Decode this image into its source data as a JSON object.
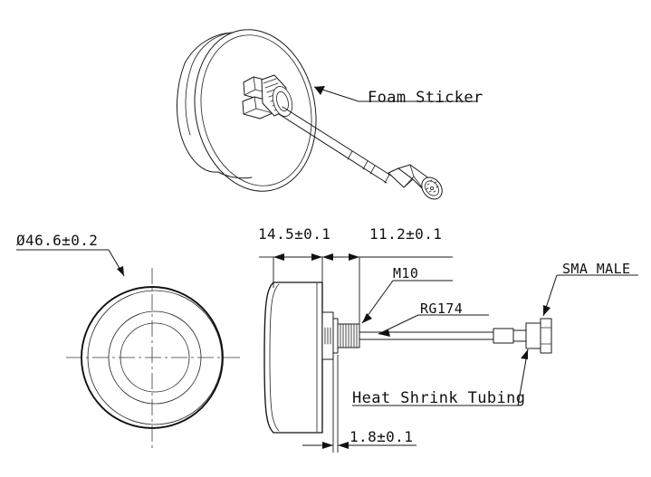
{
  "drawing": {
    "title": "Puck Antenna Mechanical Drawing",
    "line_color": "#1a1a1a",
    "background_color": "#ffffff",
    "views": {
      "isometric": {
        "name": "isometric-assembly-view"
      },
      "front": {
        "name": "front-view-circular"
      },
      "side": {
        "name": "side-profile-view"
      }
    }
  },
  "callouts": {
    "foam_sticker": "Foam Sticker",
    "m10": "M10",
    "rg174": "RG174",
    "sma_male": "SMA MALE",
    "heat_shrink_tubing": "Heat Shrink Tubing"
  },
  "dimensions": {
    "diameter": "Ø46.6±0.2",
    "body_thickness": "14.5±0.1",
    "stud_length": "11.2±0.1",
    "washer_thickness": "1.8±0.1"
  },
  "dimension_values": {
    "diameter_nominal": 46.6,
    "diameter_tolerance": 0.2,
    "body_thickness_nominal": 14.5,
    "body_thickness_tolerance": 0.1,
    "stud_length_nominal": 11.2,
    "stud_length_tolerance": 0.1,
    "washer_thickness_nominal": 1.8,
    "washer_thickness_tolerance": 0.1,
    "units": "mm"
  }
}
